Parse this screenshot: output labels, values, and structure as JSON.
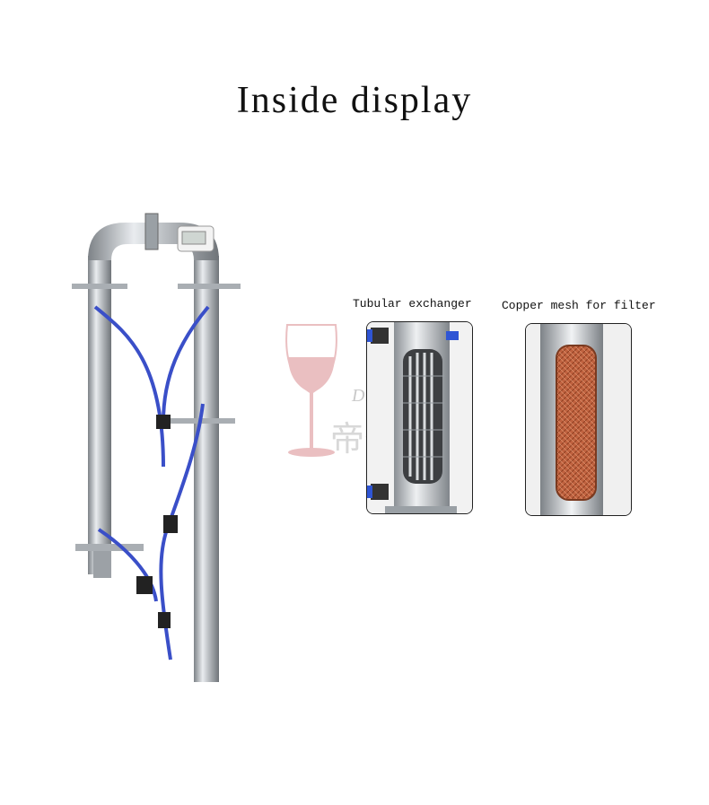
{
  "title": "Inside display",
  "labels": {
    "tubular": "Tubular exchanger",
    "copper": "Copper mesh for filter"
  },
  "watermark": {
    "latin": "Dibos",
    "chinese": "帝佰仕"
  },
  "colors": {
    "steel": "#b9bdc1",
    "tube_blue": "#3a4fc8",
    "copper": "#c0623f",
    "wine": "#d98b8f"
  }
}
